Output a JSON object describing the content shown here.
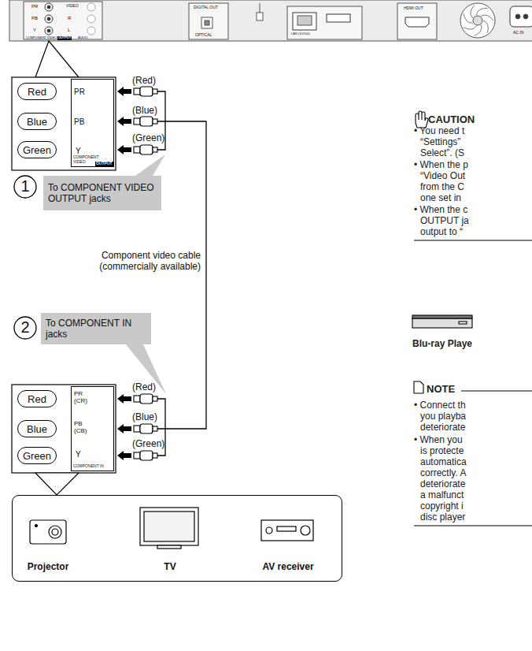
{
  "diagram": {
    "nodes": [
      {
        "text": [
          "Red"
        ]
      },
      {
        "text": [
          "Blue"
        ]
      },
      {
        "text": [
          "Green"
        ]
      },
      {
        "text": [
          "PR",
          "PB",
          "Y",
          "COMPONENT VIDEO",
          "OUTPUT"
        ]
      },
      {
        "text": [
          "To COMPONENT VIDEO OUTPUT jacks"
        ]
      },
      {
        "text": [
          "To COMPONENT IN jacks"
        ]
      },
      {
        "text": [
          "Red"
        ]
      },
      {
        "text": [
          "Blue"
        ]
      },
      {
        "text": [
          "Green"
        ]
      },
      {
        "text": [
          "PR (CR)",
          "PB (CB)",
          "Y",
          "COMPONENT IN"
        ]
      },
      {
        "text": [
          "Projector",
          "TV",
          "AV receiver"
        ]
      }
    ],
    "labels": [
      "PR",
      "PB",
      "Y",
      "VIDEO",
      "R",
      "L",
      "COMPONENT VIDEO",
      "OUTPUT",
      "AUDIO",
      "DIGITAL OUT",
      "OPTICAL",
      "LAN (10/100)",
      "HDMI OUT",
      "AC IN",
      "(Red)",
      "(Blue)",
      "(Green)",
      "1",
      "Component video cable (commercially available)",
      "2",
      "(Red)",
      "(Blue)",
      "(Green)",
      "CAUTION",
      "• You need t",
      "“Settings”",
      "Select”. (S",
      "• When the p",
      "“Video Out",
      "from the C",
      "one set in",
      "• When the c",
      "OUTPUT ja",
      "output to “",
      "Blu-ray Playe",
      "NOTE",
      "• Connect th",
      "you playba",
      "deteriorate",
      "• When you",
      "is protecte",
      "automatica",
      "correctly. A",
      "deteriorate",
      "a malfunct",
      "copyright i",
      "disc player"
    ]
  }
}
